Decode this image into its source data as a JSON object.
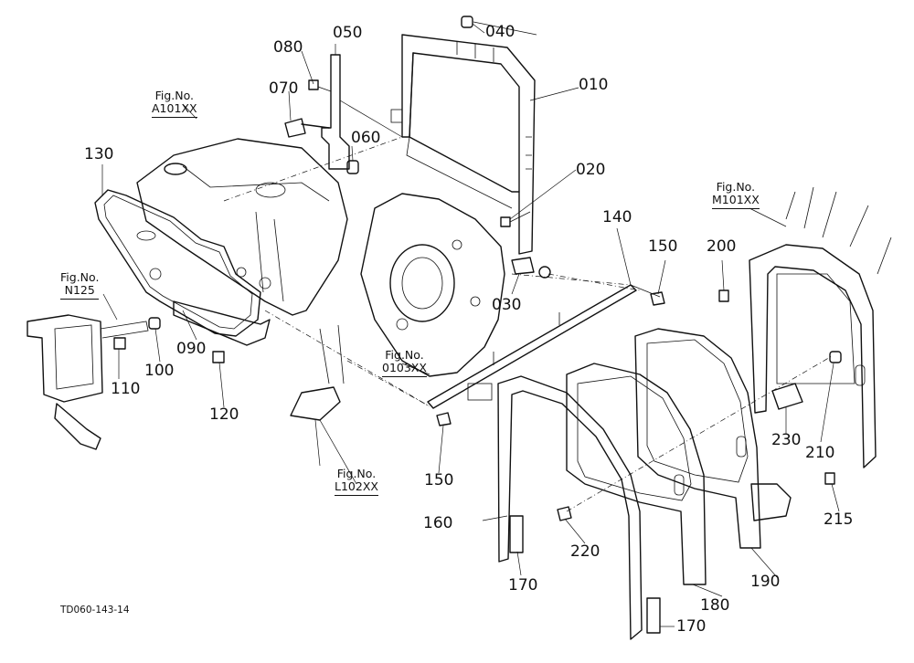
{
  "document_code": "TD060-143-14",
  "part_numbers": {
    "p010": "010",
    "p020": "020",
    "p030": "030",
    "p040": "040",
    "p050": "050",
    "p060": "060",
    "p070": "070",
    "p080": "080",
    "p090": "090",
    "p100": "100",
    "p110": "110",
    "p120": "120",
    "p130": "130",
    "p140": "140",
    "p150a": "150",
    "p150b": "150",
    "p160": "160",
    "p170a": "170",
    "p170b": "170",
    "p180": "180",
    "p190": "190",
    "p200": "200",
    "p210": "210",
    "p215": "215",
    "p220": "220",
    "p230": "230"
  },
  "figure_refs": {
    "a101": {
      "caption": "Fig.No.",
      "ref": "A101XX"
    },
    "n125": {
      "caption": "Fig.No.",
      "ref": "N125"
    },
    "m101": {
      "caption": "Fig.No.",
      "ref": "M101XX"
    },
    "o103": {
      "caption": "Fig.No.",
      "ref": "0103XX"
    },
    "l102": {
      "caption": "Fig.No.",
      "ref": "L102XX"
    }
  }
}
